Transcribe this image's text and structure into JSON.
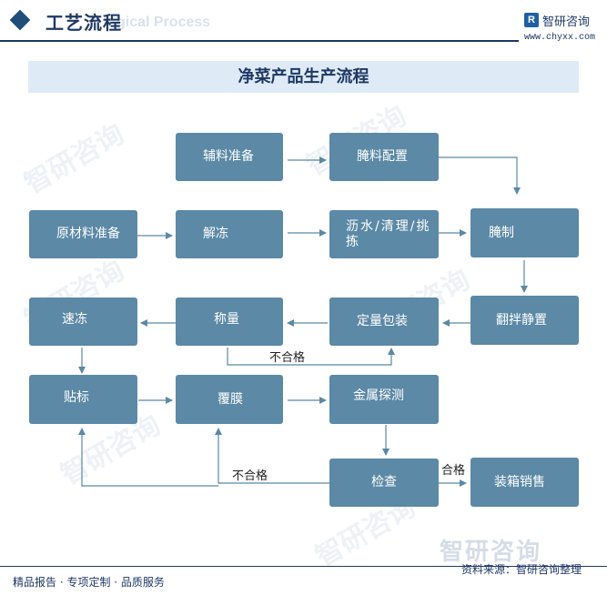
{
  "header": {
    "title": "工艺流程",
    "subtitle_faded": "gical Process",
    "logo_name": "智研咨询",
    "logo_mark": "R",
    "logo_url": "www.chyxx.com"
  },
  "banner_title": "净菜产品生产流程",
  "watermark": "智研咨询",
  "boxes": {
    "auxiliary_prep": "辅料准备",
    "pickling_prep": "腌料配置",
    "raw_prep": "原材料准备",
    "thaw": "解冻",
    "drain_clean_sort": "沥水/清理/挑拣",
    "pickle": "腌制",
    "quick_freeze": "速冻",
    "weigh": "称量",
    "quant_pack": "定量包装",
    "stir_rest": "翻拌静置",
    "label": "贴标",
    "film": "覆膜",
    "metal_detect": "金属探测",
    "inspect": "检查",
    "box_sale": "装箱销售"
  },
  "labels": {
    "fail_1": "不合格",
    "fail_2": "不合格",
    "pass": "合格"
  },
  "footer": {
    "left": "精品报告 · 专项定制 · 品质服务",
    "right": "资料来源：智研咨询整理",
    "logo": "智研咨询"
  }
}
